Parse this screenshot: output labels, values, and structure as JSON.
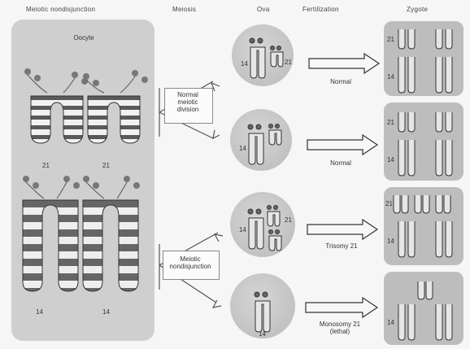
{
  "headers": {
    "nondisjunction": "Meiotic nondisjunction",
    "meiosis": "Meiosis",
    "ova": "Ova",
    "fertilization": "Fertilization",
    "zygote": "Zygote"
  },
  "oocyte_label": "Oocyte",
  "chrom_numbers": {
    "c21": "21",
    "c14": "14"
  },
  "meiosis_boxes": {
    "normal": "Normal\nmeiotic\ndivision",
    "nondisjunction": "Meiotic\nnondisjunction"
  },
  "fertilization_outcomes": [
    "Normal",
    "Normal",
    "Trisomy 21",
    "Monosomy 21\n(lethal)"
  ]
}
